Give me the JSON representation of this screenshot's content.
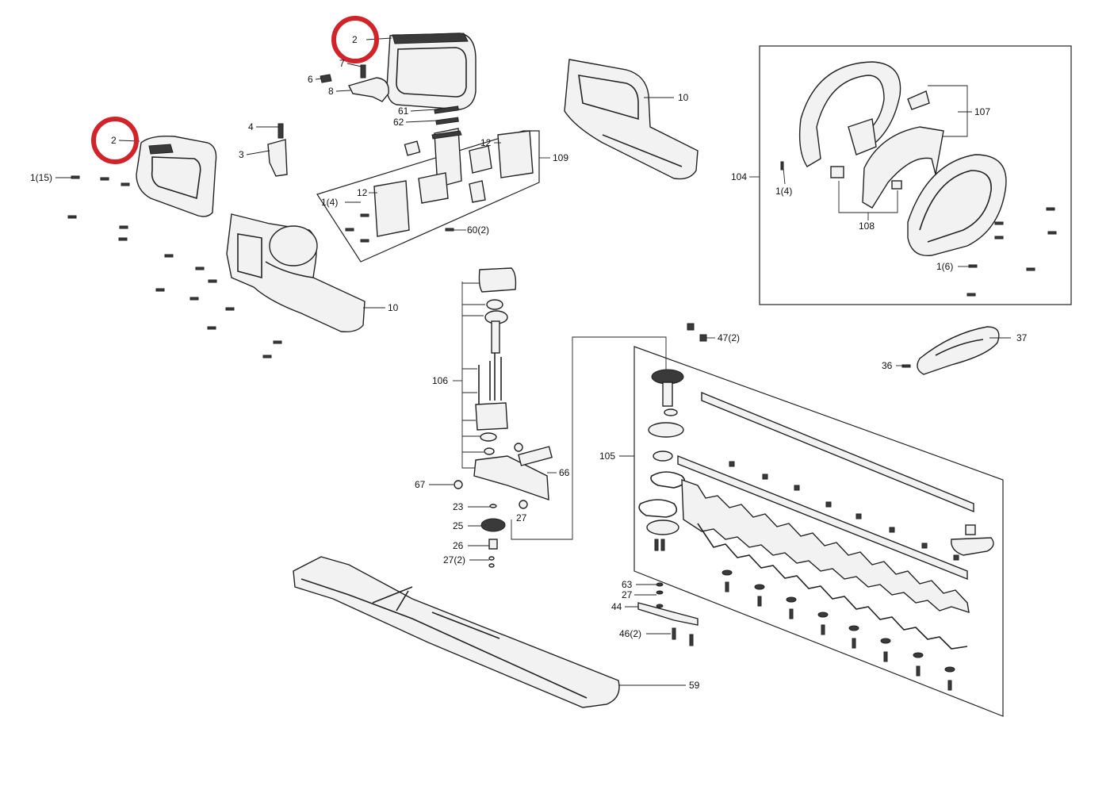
{
  "highlight_color": "#d1232a",
  "labels": {
    "handle_front": "2",
    "handle_left": "2",
    "spring_7": "7",
    "clip_6": "6",
    "trigger_8": "8",
    "pad_61": "61",
    "pad_62": "62",
    "spring_4": "4",
    "switch_3": "3",
    "screws_1_15": "1(15)",
    "housing_right": "10",
    "housing_left": "10",
    "board_12a": "12",
    "board_12b": "12",
    "board_assy_109": "109",
    "screws_1_4_center": "1(4)",
    "screws_60": "60(2)",
    "front_handle_104": "104",
    "screws_1_4_right": "1(4)",
    "switch_107": "107",
    "switch_108": "108",
    "screws_1_6": "1(6)",
    "motor_106": "106",
    "screws_47": "47(2)",
    "guard_37": "37",
    "screw_36": "36",
    "blade_assy_105": "105",
    "part_66": "66",
    "part_67": "67",
    "part_23": "23",
    "part_27a": "27",
    "gear_25": "25",
    "part_26": "26",
    "part_27_2": "27(2)",
    "part_63": "63",
    "part_27b": "27",
    "plate_44": "44",
    "screws_46": "46(2)",
    "cover_59": "59"
  }
}
